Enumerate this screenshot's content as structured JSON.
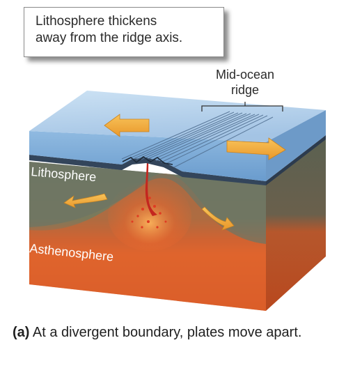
{
  "callout": {
    "line1": "Lithosphere thickens",
    "line2": "away from the ridge axis."
  },
  "ridge_label": {
    "line1": "Mid-ocean",
    "line2": "ridge"
  },
  "layer_labels": {
    "lithosphere": "Lithosphere",
    "asthenosphere": "Asthenosphere"
  },
  "caption": {
    "part_label": "(a)",
    "text": " At a divergent boundary, plates move apart."
  },
  "colors": {
    "water_top": "#a7c8e6",
    "water_front": "#6a9ed0",
    "crust_dark": "#33455b",
    "lithosphere": "#6f7763",
    "asthenosphere": "#e3672f",
    "magma": "#c4261f",
    "arrow": "#f2ab3c"
  }
}
